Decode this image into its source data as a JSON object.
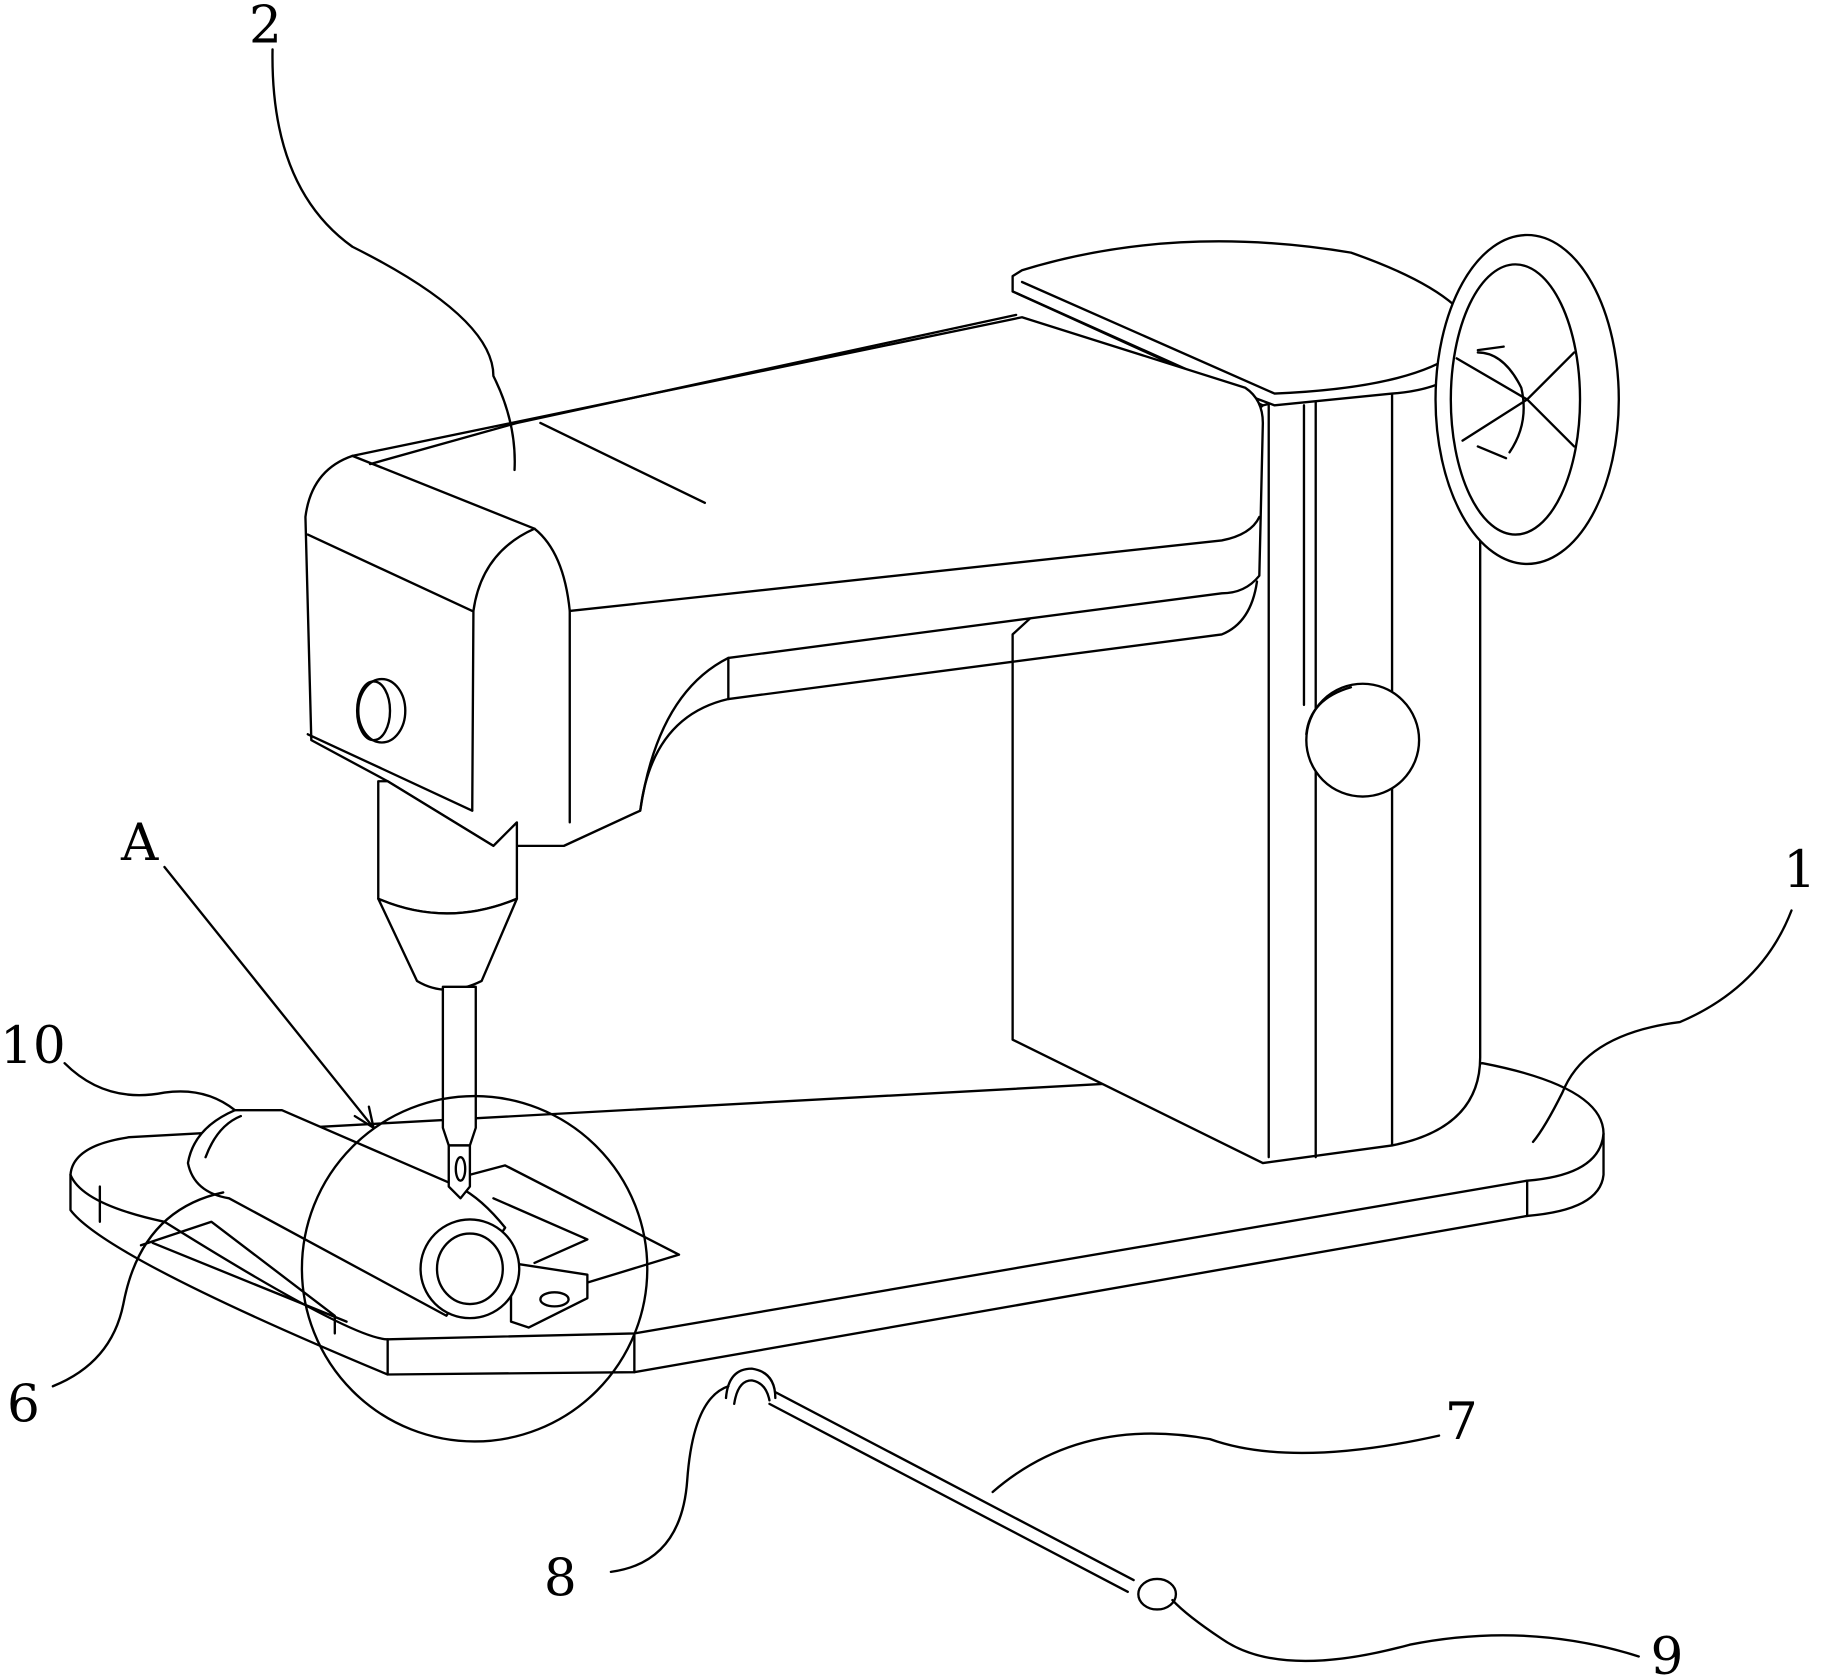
{
  "figure": {
    "labels": {
      "machine_head": "2",
      "detail_view": "A",
      "part_10": "10",
      "part_6": "6",
      "base": "1",
      "rod": "7",
      "hook": "8",
      "handle": "9"
    },
    "colors": {
      "line": "#000000",
      "background": "#ffffff"
    }
  }
}
